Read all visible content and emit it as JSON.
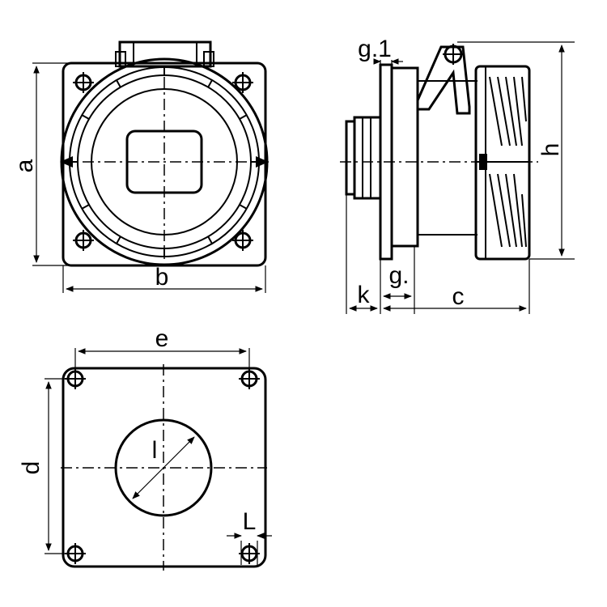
{
  "dimension_labels": {
    "a": "a",
    "b": "b",
    "c": "c",
    "d": "d",
    "e": "e",
    "g": "g.",
    "g1": "g.1",
    "h": "h",
    "k": "k",
    "l": "l",
    "L": "L"
  }
}
